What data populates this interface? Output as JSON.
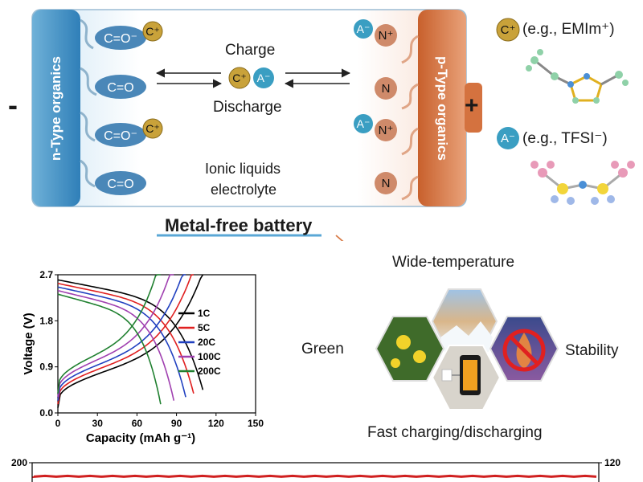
{
  "battery": {
    "n_type_label": "n-Type organics",
    "p_type_label": "p-Type organics",
    "minus_sign": "-",
    "plus_sign": "+",
    "charge_label": "Charge",
    "discharge_label": "Discharge",
    "electrolyte_line1": "Ionic liquids",
    "electrolyte_line2": "electrolyte",
    "n_side_groups": [
      "C=O",
      "C=O",
      "C=O",
      "C=O"
    ],
    "n_side_ionized": [
      "C=O⁻",
      "C=O",
      "C=O⁻",
      "C=O"
    ],
    "p_side_groups": [
      "N⁺",
      "N",
      "N⁺",
      "N"
    ],
    "cation_symbol": "C⁺",
    "anion_symbol": "A⁻"
  },
  "legend": {
    "cation_example": "(e.g., EMIm⁺)",
    "anion_example": "(e.g., TFSI⁻)"
  },
  "title": "Metal-free battery",
  "features": {
    "wide_temperature": "Wide-temperature",
    "green": "Green",
    "stability": "Stability",
    "fast_charging": "Fast charging/discharging"
  },
  "colors": {
    "n_electrode": "#3d8bc0",
    "p_electrode": "#d87a46",
    "carbonyl": "#4a87b8",
    "nitrogen": "#cf8a6a",
    "cation": "#c9a23a",
    "anion": "#3a9ec2"
  },
  "chart_data": {
    "type": "line",
    "xlabel": "Capacity (mAh g⁻¹)",
    "ylabel": "Voltage (V)",
    "xlim": [
      0,
      150
    ],
    "ylim": [
      0,
      2.7
    ],
    "xticks": [
      0,
      30,
      60,
      90,
      120,
      150
    ],
    "yticks": [
      0.0,
      0.9,
      1.8,
      2.7
    ],
    "ytick_labels": [
      "0.0",
      "0.9",
      "1.8",
      "2.7"
    ],
    "series": [
      {
        "name": "1C",
        "color": "#000000",
        "capacity": 110
      },
      {
        "name": "5C",
        "color": "#e02020",
        "capacity": 103
      },
      {
        "name": "20C",
        "color": "#2040c0",
        "capacity": 97
      },
      {
        "name": "100C",
        "color": "#a040b0",
        "capacity": 88
      },
      {
        "name": "200C",
        "color": "#208030",
        "capacity": 78
      }
    ]
  },
  "bottom_chart": {
    "y_left_tick": "200",
    "y_right_tick": "120",
    "series_color": "#d02020"
  }
}
